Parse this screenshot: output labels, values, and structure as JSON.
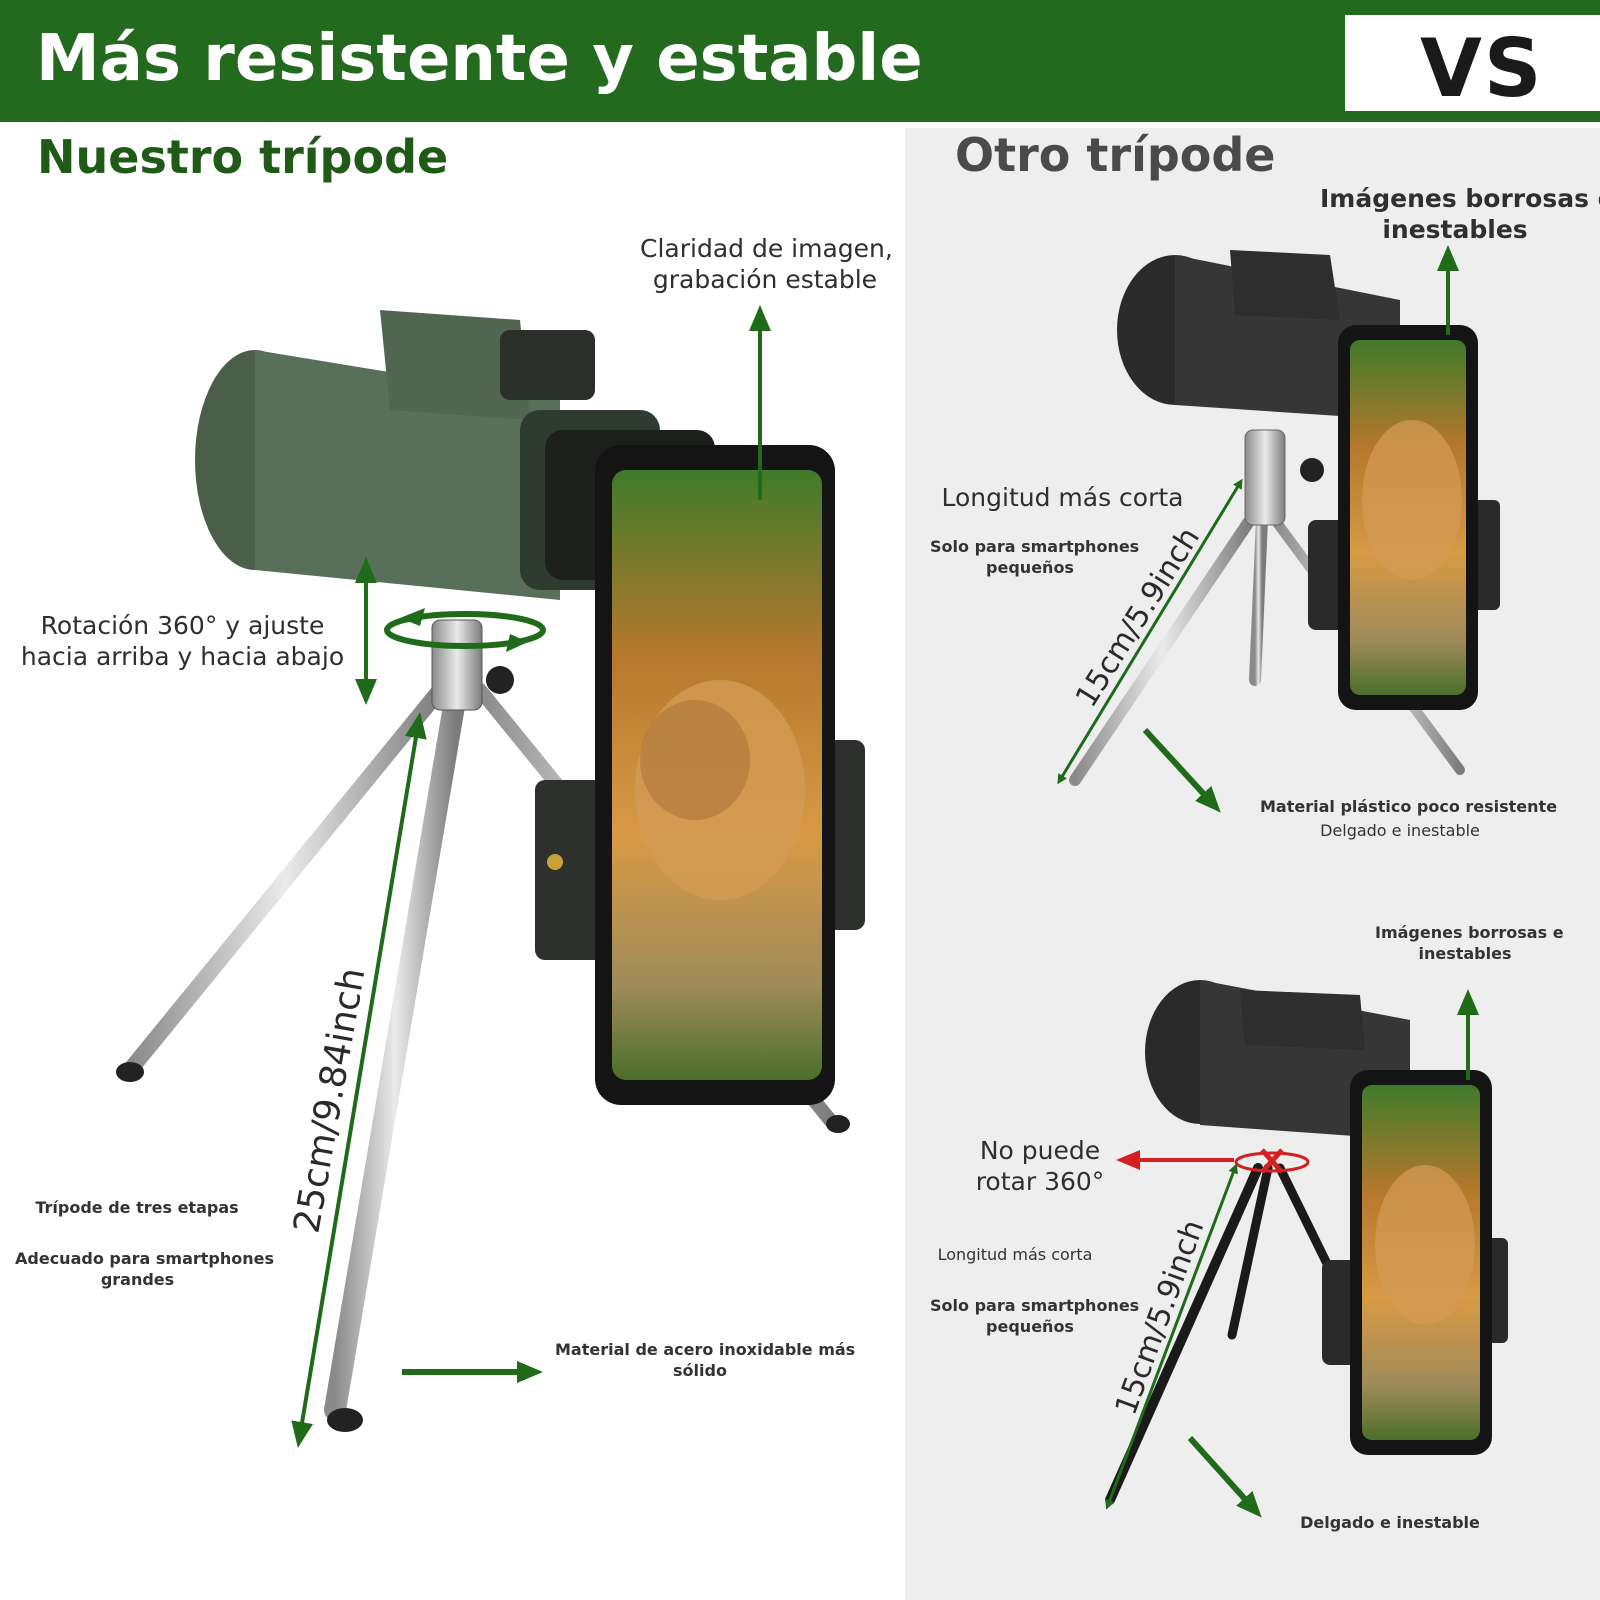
{
  "banner": {
    "title": "Más resistente y estable",
    "vs": "VS",
    "color": "#236a1f"
  },
  "left": {
    "heading": "Nuestro trípode",
    "claridad": [
      "Claridad de imagen,",
      "grabación estable"
    ],
    "rotacion": [
      "Rotación 360° y ajuste",
      "hacia arriba y hacia abajo"
    ],
    "length": "25cm/9.84inch",
    "tres_etapas": "Trípode de tres etapas",
    "adecuado": [
      "Adecuado para smartphones",
      "grandes"
    ],
    "material": [
      "Material de acero inoxidable más",
      "sólido"
    ]
  },
  "right": {
    "heading": "Otro trípode",
    "borrosas_top": [
      "Imágenes borrosas e",
      "inestables"
    ],
    "longitud_top": "Longitud más corta",
    "solo_top": [
      "Solo para smartphones",
      "pequeños"
    ],
    "length_top": "15cm/5.9inch",
    "material_plastico": "Material plástico poco resistente",
    "delgado_top": "Delgado e inestable",
    "borrosas_bottom": [
      "Imágenes borrosas e",
      "inestables"
    ],
    "no_rotar": [
      "No puede",
      "rotar 360°"
    ],
    "longitud_bottom": "Longitud más corta",
    "solo_bottom": [
      "Solo para smartphones",
      "pequeños"
    ],
    "length_bottom": "15cm/5.9inch",
    "delgado_bottom": "Delgado e inestable"
  },
  "colors": {
    "accent_green": "#1f6b1a",
    "warning_red": "#d42020",
    "panel_gray": "#eeeeee"
  },
  "icons": [
    "monocular-telescope",
    "tripod",
    "smartphone-holder",
    "lion-photo",
    "arrow"
  ]
}
